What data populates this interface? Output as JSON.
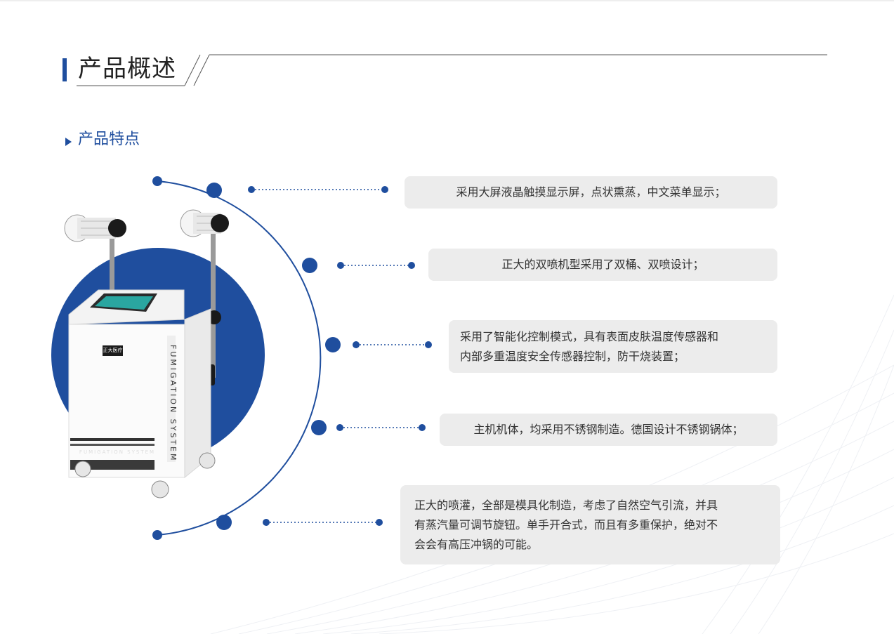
{
  "section": {
    "title": "产品概述"
  },
  "subsection": {
    "title": "产品特点"
  },
  "colors": {
    "accent": "#1f4e9e",
    "box_bg": "#ececec",
    "text": "#333333"
  },
  "device": {
    "brand_label": "正大医疗",
    "side_label": "FUMIGATION SYSTEM",
    "base_label": "FUMIGATION SYSTEM"
  },
  "features": [
    {
      "lines": [
        "采用大屏液晶触摸显示屏，点状熏蒸，中文菜单显示；"
      ]
    },
    {
      "lines": [
        "正大的双喷机型采用了双桶、双喷设计；"
      ]
    },
    {
      "lines": [
        "采用了智能化控制模式，具有表面皮肤温度传感器和",
        "内部多重温度安全传感器控制，防干烧装置；"
      ]
    },
    {
      "lines": [
        "主机机体，均采用不锈钢制造。德国设计不锈钢锅体；"
      ]
    },
    {
      "lines": [
        "正大的喷灌，全部是模具化制造，考虑了自然空气引流，并具",
        "有蒸汽量可调节旋钮。单手开合式，而且有多重保护，绝对不",
        "会会有高压冲锅的可能。"
      ]
    }
  ]
}
